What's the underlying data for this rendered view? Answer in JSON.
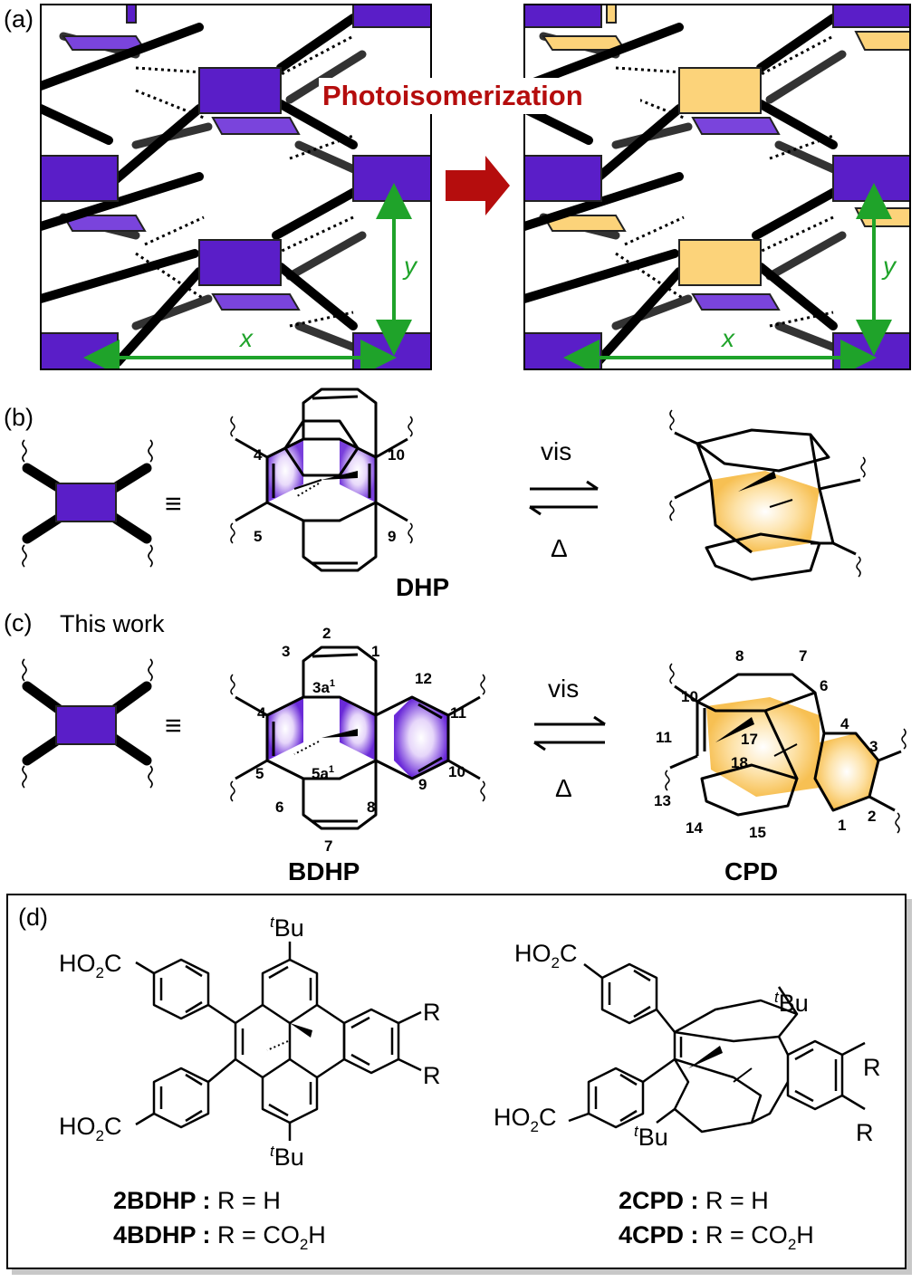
{
  "panel_a": {
    "label": "(a)",
    "title": "Photoisomerization",
    "axis_x": "x",
    "axis_y": "y"
  },
  "panel_b": {
    "label": "(b)",
    "equiv": "≡",
    "forward": "vis",
    "reverse": "Δ",
    "compound": "DHP",
    "numbers": [
      "4",
      "5",
      "10",
      "9"
    ]
  },
  "panel_c": {
    "label": "(c)",
    "subtitle": "This work",
    "equiv": "≡",
    "forward": "vis",
    "reverse": "Δ",
    "compound_left": "BDHP",
    "compound_right": "CPD",
    "left_numbers": [
      "1",
      "2",
      "3",
      "4",
      "5",
      "6",
      "7",
      "8",
      "9",
      "10",
      "11",
      "12"
    ],
    "left_ring_labels": [
      "3a",
      "5a"
    ],
    "right_numbers": [
      "1",
      "2",
      "3",
      "4",
      "6",
      "7",
      "8",
      "10",
      "11",
      "13",
      "14",
      "15",
      "17",
      "18"
    ]
  },
  "panel_d": {
    "label": "(d)",
    "left_groups": {
      "acid": "HO",
      "acid_sub": "2",
      "acid_tail": "C",
      "tbu_sup": "t",
      "tbu": "Bu",
      "r": "R"
    },
    "right_groups": {
      "acid": "HO",
      "acid_sub": "2",
      "acid_tail": "C",
      "tbu_sup": "t",
      "tbu": "Bu",
      "r": "R"
    },
    "legend": [
      {
        "name": "2BDHP",
        "sep": " : ",
        "desc": "R = H"
      },
      {
        "name": "4BDHP",
        "sep": " : ",
        "desc": "R = CO",
        "desc_sub": "2",
        "desc_tail": "H"
      },
      {
        "name": "2CPD",
        "sep": " : ",
        "desc": "R = H"
      },
      {
        "name": "4CPD",
        "sep": " : ",
        "desc": "R = CO",
        "desc_sub": "2",
        "desc_tail": "H"
      }
    ]
  },
  "colors": {
    "purple": "#5a1ec8",
    "yellow": "#fcd37a",
    "arrow_red": "#b50d0d",
    "green": "#1fa32a",
    "title_red": "#b50d0d"
  }
}
